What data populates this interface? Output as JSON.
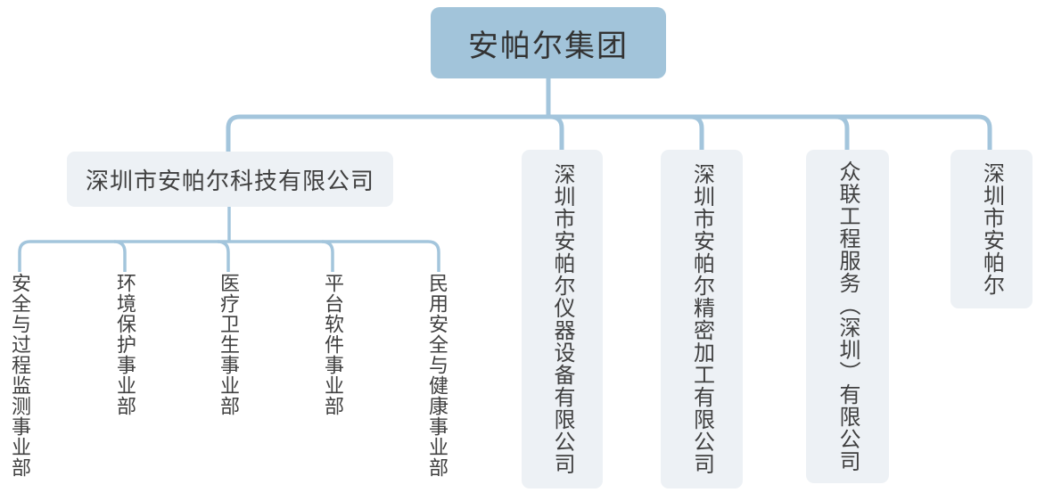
{
  "colors": {
    "root_fill": "#a2c4da",
    "node_fill": "#edf1f5",
    "line": "#a3c5dc",
    "text": "#404040"
  },
  "chart_data": {
    "type": "org-chart",
    "title": "",
    "root": "安帕尔集团",
    "levels": 3
  },
  "org": {
    "root": {
      "label": "安帕尔集团"
    },
    "children": [
      {
        "label": "深圳市安帕尔科技有限公司",
        "departments": [
          "安全与过程监测事业部",
          "环境保护事业部",
          "医疗卫生事业部",
          "平台软件事业部",
          "民用安全与健康事业部"
        ]
      },
      {
        "label": "深圳市安帕尔仪器设备有限公司"
      },
      {
        "label": "深圳市安帕尔精密加工有限公司"
      },
      {
        "label": "众联工程服务（深圳）有限公司"
      },
      {
        "label": "深圳市安帕尔"
      }
    ]
  }
}
